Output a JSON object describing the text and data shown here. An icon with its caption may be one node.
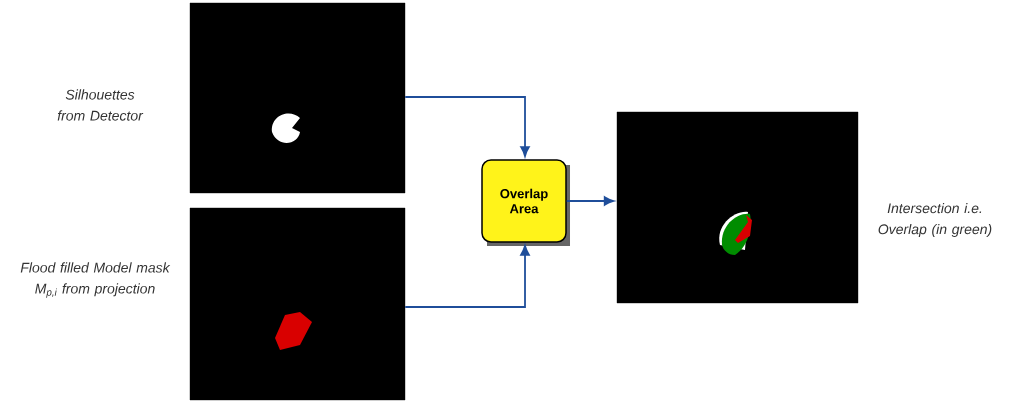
{
  "diagram": {
    "nodes": [
      {
        "text": [],
        "shape": "picture",
        "beside": [
          "Silhouettes from Detector"
        ]
      },
      {
        "text": [],
        "shape": "picture",
        "beside": [
          "Flood filled Model mask M$_{p,i}$ from projection"
        ]
      },
      {
        "text": [
          "Overlap Area"
        ]
      },
      {
        "text": [],
        "shape": "picture",
        "beside": [
          "Intersection i.e. Overlap (in green)"
        ]
      }
    ],
    "edges": [
      {
        "from": 0,
        "to": 2,
        "arrow": "to"
      },
      {
        "from": 1,
        "to": 2,
        "arrow": "to"
      },
      {
        "from": 2,
        "to": 3,
        "arrow": "to"
      }
    ]
  }
}
